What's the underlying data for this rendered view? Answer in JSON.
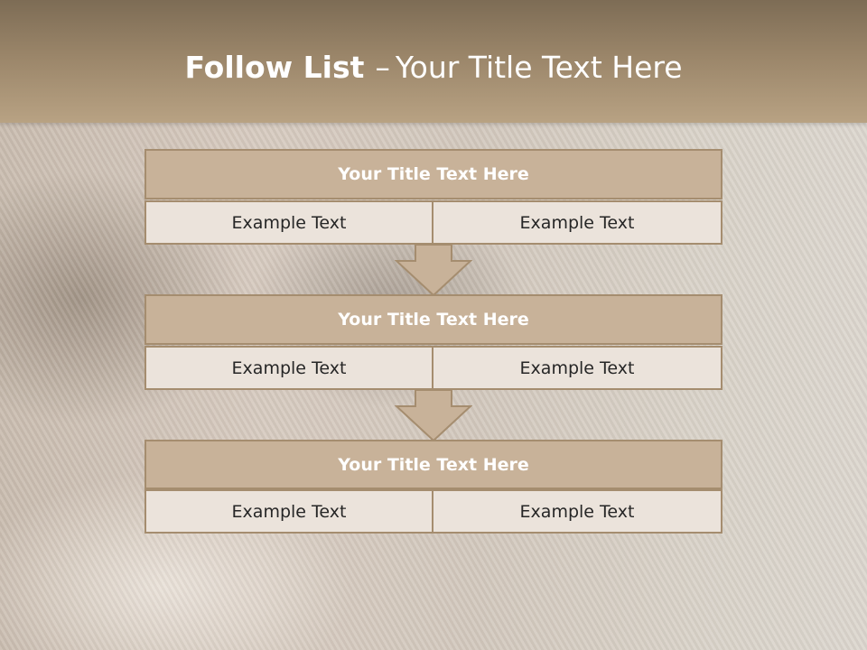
{
  "slide": {
    "title_bold": "Follow List",
    "title_dash": "–",
    "title_rest": "Your Title Text Here"
  },
  "blocks": [
    {
      "title": "Your Title Text Here",
      "left": "Example Text",
      "right": "Example Text"
    },
    {
      "title": "Your Title Text Here",
      "left": "Example Text",
      "right": "Example Text"
    },
    {
      "title": "Your Title Text Here",
      "left": "Example Text",
      "right": "Example Text"
    }
  ],
  "colors": {
    "header": "#9a8569",
    "block_title_fill": "#c8b299",
    "block_border": "#a58d6f",
    "cell_fill": "#ebe3db"
  }
}
